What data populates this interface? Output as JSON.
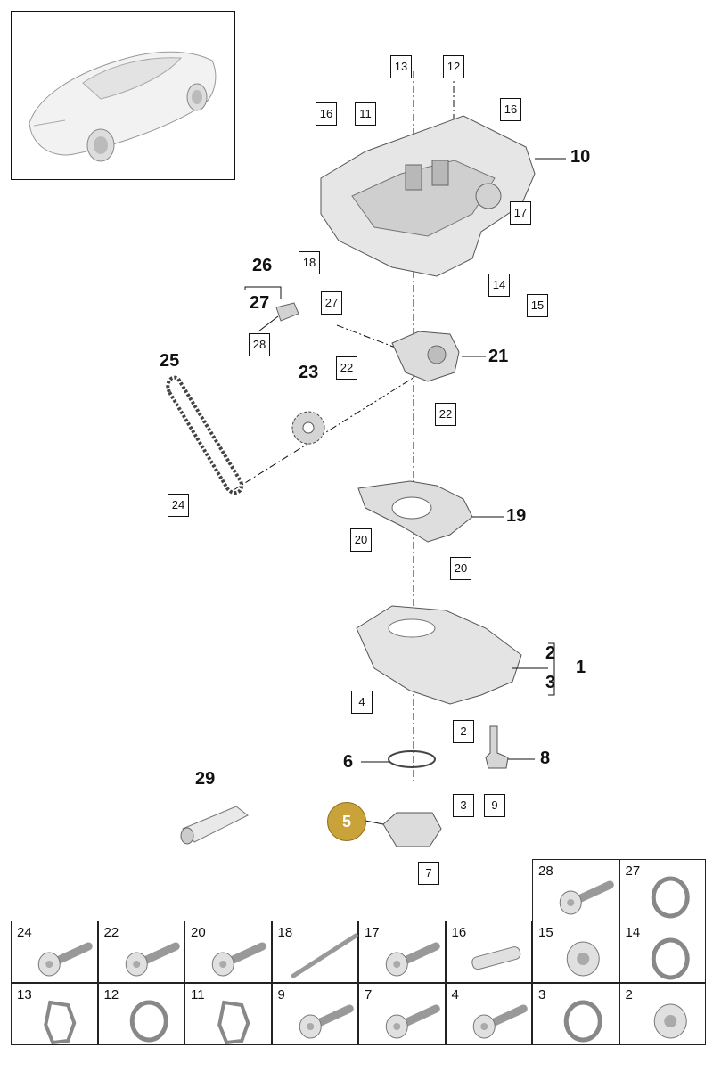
{
  "callouts": {
    "c13": "13",
    "c12": "12",
    "c16a": "16",
    "c11": "11",
    "c16b": "16",
    "c17": "17",
    "c18": "18",
    "c14": "14",
    "c15": "15",
    "c27": "27",
    "c28": "28",
    "c22a": "22",
    "c22b": "22",
    "c24": "24",
    "c20a": "20",
    "c20b": "20",
    "c4": "4",
    "c2": "2",
    "c3": "3",
    "c9": "9",
    "c7": "7"
  },
  "refs": {
    "r10": "10",
    "r26": "26",
    "r27": "27",
    "r21": "21",
    "r25": "25",
    "r23": "23",
    "r19": "19",
    "r2": "2",
    "r3": "3",
    "r1": "1",
    "r6": "6",
    "r8": "8",
    "r29": "29"
  },
  "highlight": "5",
  "thumbnails_top": [
    "28",
    "27"
  ],
  "thumbnails_row1": [
    "24",
    "22",
    "20",
    "18",
    "17",
    "16",
    "15",
    "14"
  ],
  "thumbnails_row2": [
    "13",
    "12",
    "11",
    "9",
    "7",
    "4",
    "3",
    "2"
  ],
  "colors": {
    "highlight": "#c9a23a",
    "line": "#111111",
    "part": "#d9d9d9"
  }
}
